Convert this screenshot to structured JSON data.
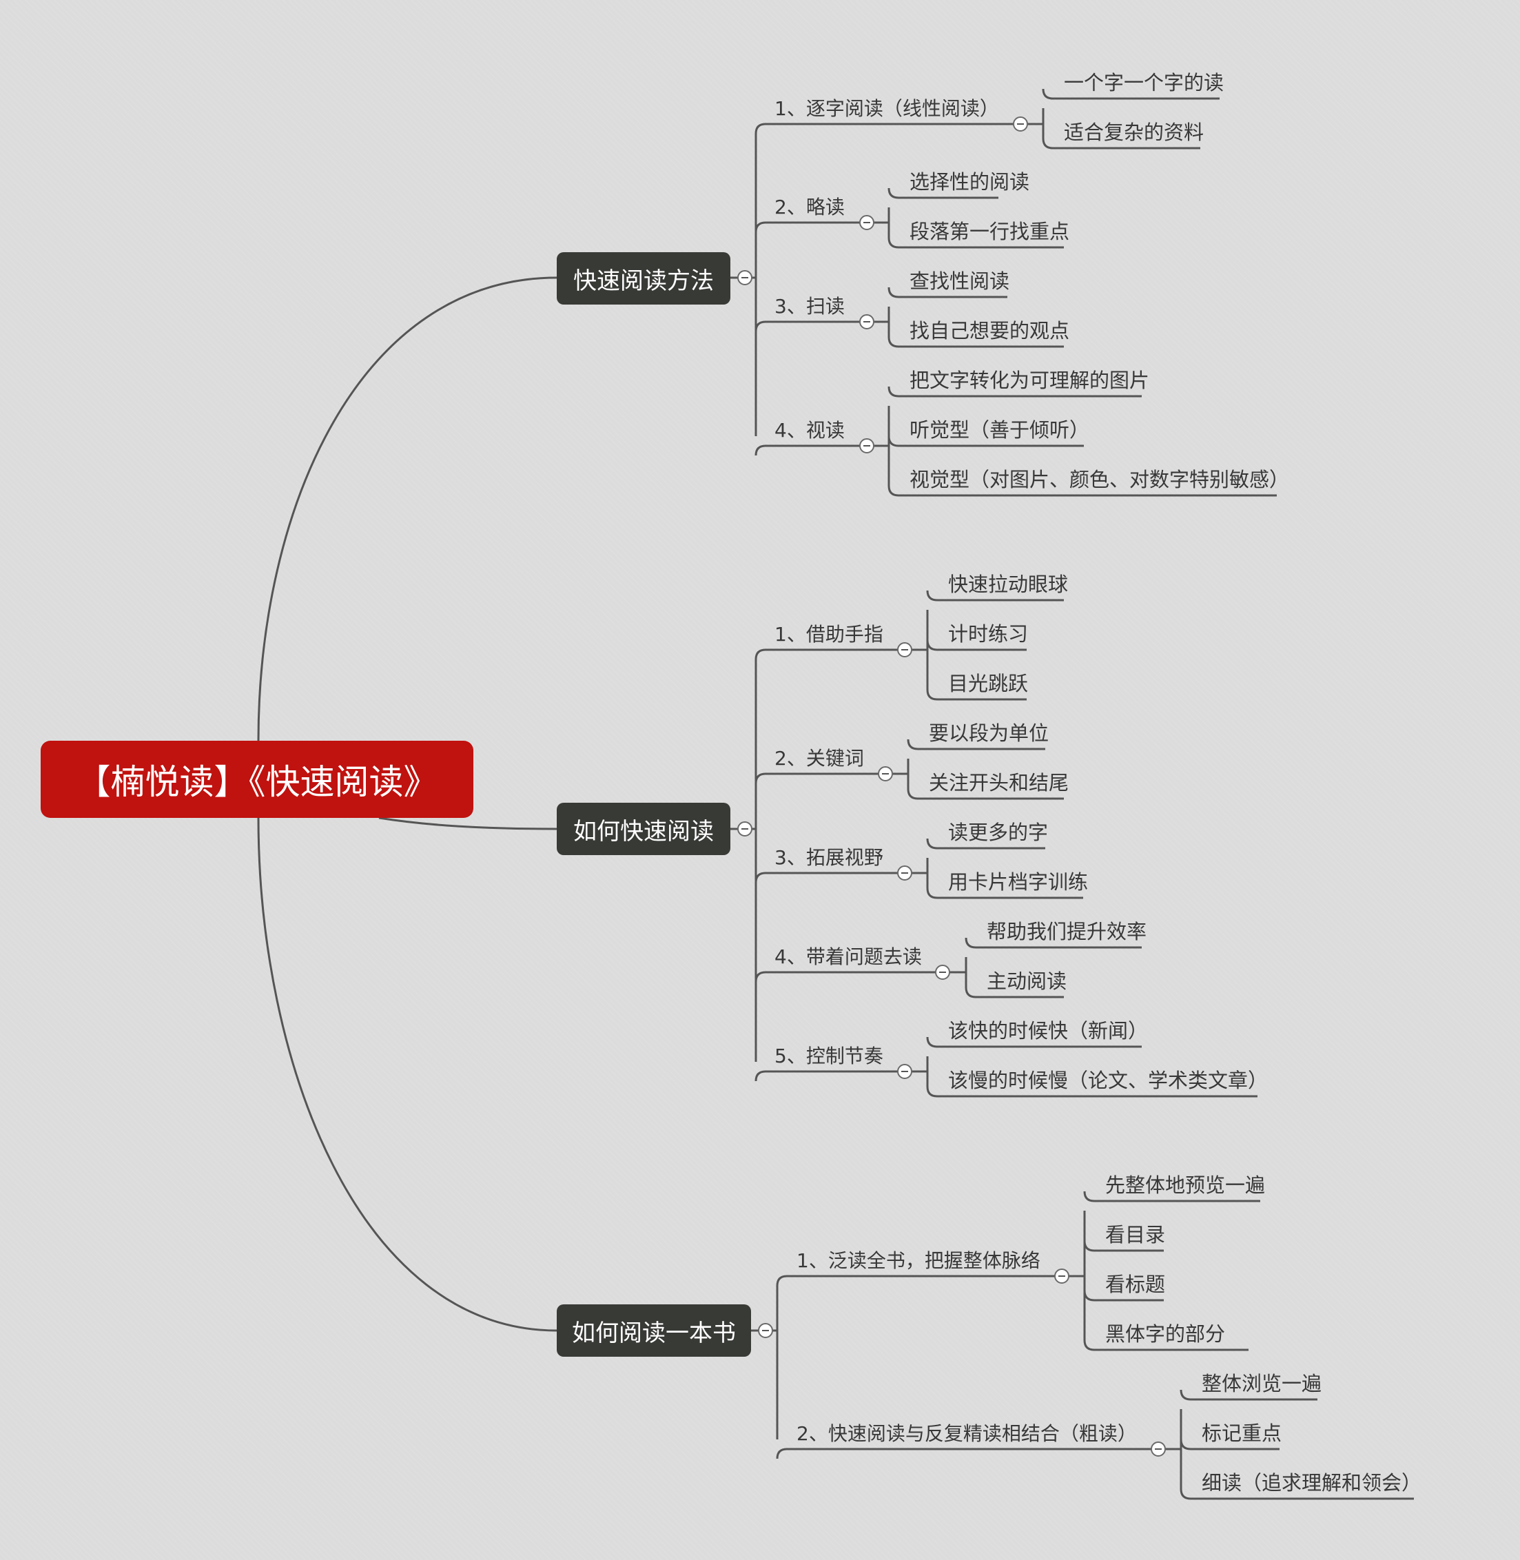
{
  "root": {
    "title": "【楠悦读】《快速阅读》"
  },
  "branches": [
    {
      "label": "快速阅读方法",
      "children": [
        {
          "label": "1、逐字阅读（线性阅读）",
          "children": [
            "一个字一个字的读",
            "适合复杂的资料"
          ]
        },
        {
          "label": "2、略读",
          "children": [
            "选择性的阅读",
            "段落第一行找重点"
          ]
        },
        {
          "label": "3、扫读",
          "children": [
            "查找性阅读",
            "找自己想要的观点"
          ]
        },
        {
          "label": "4、视读",
          "children": [
            "把文字转化为可理解的图片",
            "听觉型（善于倾听）",
            "视觉型（对图片、颜色、对数字特别敏感）"
          ]
        }
      ]
    },
    {
      "label": "如何快速阅读",
      "children": [
        {
          "label": "1、借助手指",
          "children": [
            "快速拉动眼球",
            "计时练习",
            "目光跳跃"
          ]
        },
        {
          "label": "2、关键词",
          "children": [
            "要以段为单位",
            "关注开头和结尾"
          ]
        },
        {
          "label": "3、拓展视野",
          "children": [
            "读更多的字",
            "用卡片档字训练"
          ]
        },
        {
          "label": "4、带着问题去读",
          "children": [
            "帮助我们提升效率",
            "主动阅读"
          ]
        },
        {
          "label": "5、控制节奏",
          "children": [
            "该快的时候快（新闻）",
            "该慢的时候慢（论文、学术类文章）"
          ]
        }
      ]
    },
    {
      "label": "如何阅读一本书",
      "children": [
        {
          "label": "1、泛读全书，把握整体脉络",
          "children": [
            "先整体地预览一遍",
            "看目录",
            "看标题",
            "黑体字的部分"
          ]
        },
        {
          "label": "2、快速阅读与反复精读相结合（粗读）",
          "children": [
            "整体浏览一遍",
            "标记重点",
            "细读（追求理解和领会）"
          ]
        }
      ]
    }
  ]
}
